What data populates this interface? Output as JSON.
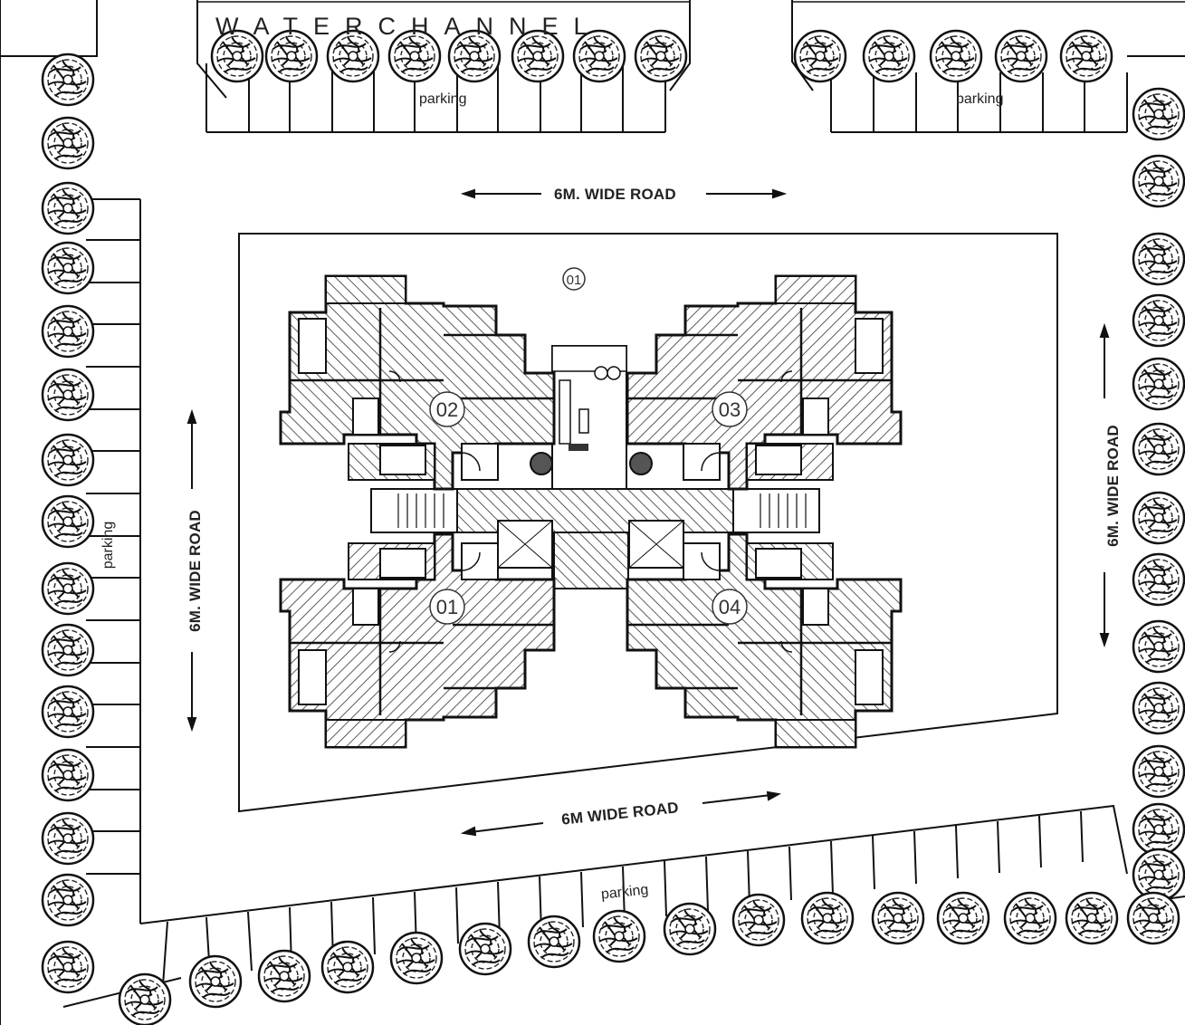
{
  "title": "WATERCHANNEL",
  "roads": {
    "top": "6M. WIDE ROAD",
    "left": "6M. WIDE ROAD",
    "right": "6M. WIDE ROAD",
    "bottom": "6M WIDE ROAD"
  },
  "parking": {
    "top_left": "parking",
    "top_right": "parking",
    "left": "parking",
    "bottom": "parking"
  },
  "plot_number": "01",
  "flats": [
    {
      "id": "flat-02",
      "label": "02"
    },
    {
      "id": "flat-03",
      "label": "03"
    },
    {
      "id": "flat-01",
      "label": "01"
    },
    {
      "id": "flat-04",
      "label": "04"
    }
  ],
  "colors": {
    "line": "#111111",
    "hatch": "#333333",
    "background": "#ffffff"
  }
}
